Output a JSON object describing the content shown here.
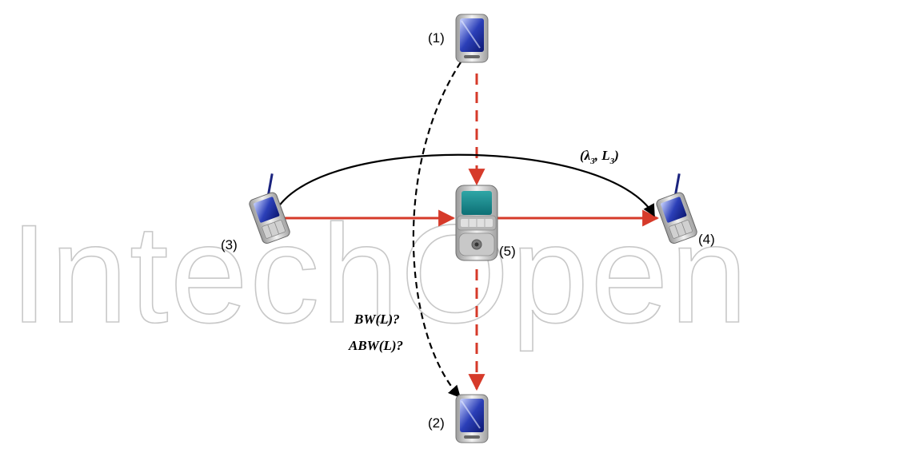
{
  "watermark": "IntechOpen",
  "nodes": [
    {
      "id": "1",
      "label": "(1)",
      "device": "pda-icon"
    },
    {
      "id": "2",
      "label": "(2)",
      "device": "pda-icon"
    },
    {
      "id": "3",
      "label": "(3)",
      "device": "handheld-antenna-icon"
    },
    {
      "id": "4",
      "label": "(4)",
      "device": "handheld-antenna-icon"
    },
    {
      "id": "5",
      "label": "(5)",
      "device": "router-device-icon"
    }
  ],
  "flow_label": {
    "lambda": "(λ",
    "lambda_sub": "3",
    "sep": ", ",
    "L": "L",
    "L_sub": "3",
    "close": ")"
  },
  "query_labels": [
    "BW(L)?",
    "ABW(L)?"
  ],
  "colors": {
    "red_link": "#d63a2a",
    "black_link": "#000000",
    "watermark_stroke": "#c8c8c8"
  }
}
